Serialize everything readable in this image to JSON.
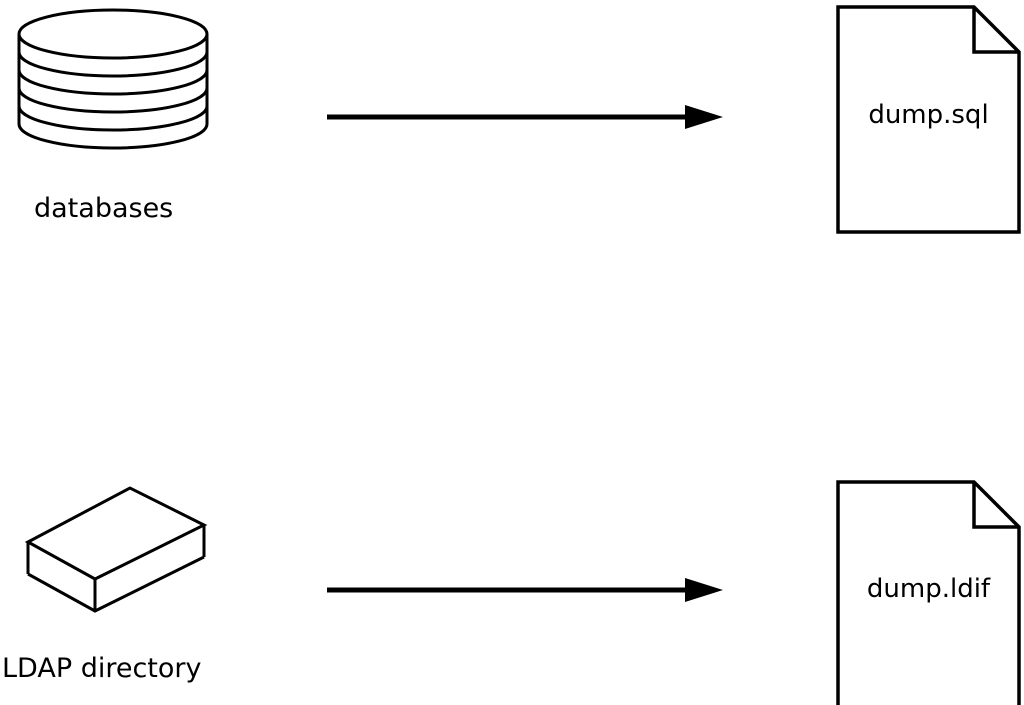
{
  "diagram": {
    "title": "export pipeline diagram",
    "background_color": "#ffffff",
    "stroke_color": "#000000",
    "rows": [
      {
        "source_icon": "database-cylinder-icon",
        "source_label": "databases",
        "connector": "right-arrow",
        "target_icon": "document-icon",
        "target_label": "dump.sql"
      },
      {
        "source_icon": "box-3d-icon",
        "source_label": "LDAP directory",
        "connector": "right-arrow",
        "target_icon": "document-icon",
        "target_label": "dump.ldif"
      }
    ]
  }
}
